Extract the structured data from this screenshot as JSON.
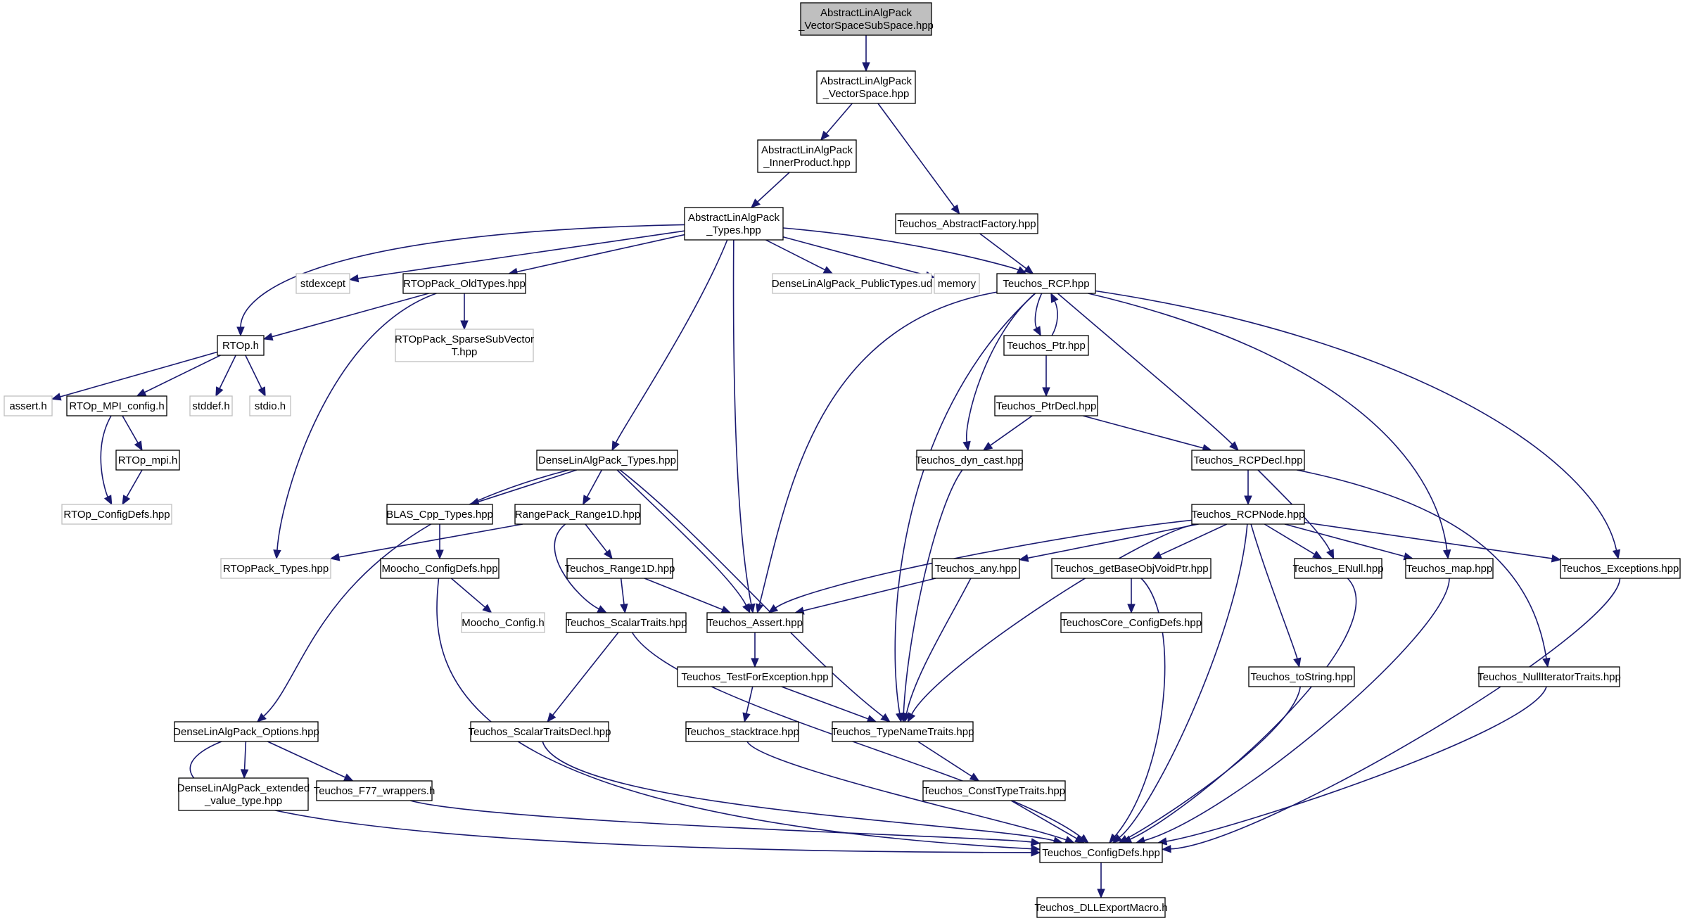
{
  "colors": {
    "edge": "#191970",
    "node_border": "#000000",
    "external_border": "#bfbfbf",
    "root_fill": "#bfbfbf",
    "fill": "#ffffff"
  },
  "nodes": [
    {
      "id": "root",
      "lines": [
        "AbstractLinAlgPack",
        "_VectorSpaceSubSpace.hpp"
      ],
      "kind": "root"
    },
    {
      "id": "vs",
      "lines": [
        "AbstractLinAlgPack",
        "_VectorSpace.hpp"
      ],
      "kind": "normal"
    },
    {
      "id": "ip",
      "lines": [
        "AbstractLinAlgPack",
        "_InnerProduct.hpp"
      ],
      "kind": "normal"
    },
    {
      "id": "types",
      "lines": [
        "AbstractLinAlgPack",
        "_Types.hpp"
      ],
      "kind": "normal"
    },
    {
      "id": "absfac",
      "lines": [
        "Teuchos_AbstractFactory.hpp"
      ],
      "kind": "normal"
    },
    {
      "id": "stdexcept",
      "lines": [
        "stdexcept"
      ],
      "kind": "external"
    },
    {
      "id": "oldtypes",
      "lines": [
        "RTOpPack_OldTypes.hpp"
      ],
      "kind": "normal"
    },
    {
      "id": "publictypes",
      "lines": [
        "DenseLinAlgPack_PublicTypes.ud"
      ],
      "kind": "external"
    },
    {
      "id": "memory",
      "lines": [
        "memory"
      ],
      "kind": "external"
    },
    {
      "id": "rcp",
      "lines": [
        "Teuchos_RCP.hpp"
      ],
      "kind": "normal"
    },
    {
      "id": "rtoph",
      "lines": [
        "RTOp.h"
      ],
      "kind": "normal"
    },
    {
      "id": "sparsesub",
      "lines": [
        "RTOpPack_SparseSubVector",
        "T.hpp"
      ],
      "kind": "external"
    },
    {
      "id": "ptr",
      "lines": [
        "Teuchos_Ptr.hpp"
      ],
      "kind": "normal"
    },
    {
      "id": "asserth",
      "lines": [
        "assert.h"
      ],
      "kind": "external"
    },
    {
      "id": "mpiconfig",
      "lines": [
        "RTOp_MPI_config.h"
      ],
      "kind": "normal"
    },
    {
      "id": "stddef",
      "lines": [
        "stddef.h"
      ],
      "kind": "external"
    },
    {
      "id": "stdio",
      "lines": [
        "stdio.h"
      ],
      "kind": "external"
    },
    {
      "id": "ptrdecl",
      "lines": [
        "Teuchos_PtrDecl.hpp"
      ],
      "kind": "normal"
    },
    {
      "id": "rtopmpi",
      "lines": [
        "RTOp_mpi.h"
      ],
      "kind": "normal"
    },
    {
      "id": "dlatypes",
      "lines": [
        "DenseLinAlgPack_Types.hpp"
      ],
      "kind": "normal"
    },
    {
      "id": "dyncast",
      "lines": [
        "Teuchos_dyn_cast.hpp"
      ],
      "kind": "normal"
    },
    {
      "id": "rcpdecl",
      "lines": [
        "Teuchos_RCPDecl.hpp"
      ],
      "kind": "normal"
    },
    {
      "id": "rtopconfig",
      "lines": [
        "RTOp_ConfigDefs.hpp"
      ],
      "kind": "external"
    },
    {
      "id": "blas",
      "lines": [
        "BLAS_Cpp_Types.hpp"
      ],
      "kind": "normal"
    },
    {
      "id": "range1d",
      "lines": [
        "RangePack_Range1D.hpp"
      ],
      "kind": "normal"
    },
    {
      "id": "rcpnode",
      "lines": [
        "Teuchos_RCPNode.hpp"
      ],
      "kind": "normal"
    },
    {
      "id": "rtoptypes",
      "lines": [
        "RTOpPack_Types.hpp"
      ],
      "kind": "external"
    },
    {
      "id": "moochocfgdefs",
      "lines": [
        "Moocho_ConfigDefs.hpp"
      ],
      "kind": "normal"
    },
    {
      "id": "trange1d",
      "lines": [
        "Teuchos_Range1D.hpp"
      ],
      "kind": "normal"
    },
    {
      "id": "any",
      "lines": [
        "Teuchos_any.hpp"
      ],
      "kind": "normal"
    },
    {
      "id": "getbase",
      "lines": [
        "Teuchos_getBaseObjVoidPtr.hpp"
      ],
      "kind": "normal"
    },
    {
      "id": "enull",
      "lines": [
        "Teuchos_ENull.hpp"
      ],
      "kind": "normal"
    },
    {
      "id": "map",
      "lines": [
        "Teuchos_map.hpp"
      ],
      "kind": "normal"
    },
    {
      "id": "exceptions",
      "lines": [
        "Teuchos_Exceptions.hpp"
      ],
      "kind": "normal"
    },
    {
      "id": "moochocfg",
      "lines": [
        "Moocho_Config.h"
      ],
      "kind": "external"
    },
    {
      "id": "scalartraits",
      "lines": [
        "Teuchos_ScalarTraits.hpp"
      ],
      "kind": "normal"
    },
    {
      "id": "tassert",
      "lines": [
        "Teuchos_Assert.hpp"
      ],
      "kind": "normal"
    },
    {
      "id": "corecfg",
      "lines": [
        "TeuchosCore_ConfigDefs.hpp"
      ],
      "kind": "normal"
    },
    {
      "id": "testexc",
      "lines": [
        "Teuchos_TestForException.hpp"
      ],
      "kind": "normal"
    },
    {
      "id": "tostring",
      "lines": [
        "Teuchos_toString.hpp"
      ],
      "kind": "normal"
    },
    {
      "id": "nulliter",
      "lines": [
        "Teuchos_NullIteratorTraits.hpp"
      ],
      "kind": "normal"
    },
    {
      "id": "options",
      "lines": [
        "DenseLinAlgPack_Options.hpp"
      ],
      "kind": "normal"
    },
    {
      "id": "scalardecl",
      "lines": [
        "Teuchos_ScalarTraitsDecl.hpp"
      ],
      "kind": "normal"
    },
    {
      "id": "stacktrace",
      "lines": [
        "Teuchos_stacktrace.hpp"
      ],
      "kind": "normal"
    },
    {
      "id": "typename",
      "lines": [
        "Teuchos_TypeNameTraits.hpp"
      ],
      "kind": "normal"
    },
    {
      "id": "extended",
      "lines": [
        "DenseLinAlgPack_extended",
        "_value_type.hpp"
      ],
      "kind": "normal"
    },
    {
      "id": "f77",
      "lines": [
        "Teuchos_F77_wrappers.h"
      ],
      "kind": "normal"
    },
    {
      "id": "consttype",
      "lines": [
        "Teuchos_ConstTypeTraits.hpp"
      ],
      "kind": "normal"
    },
    {
      "id": "cfgdefs",
      "lines": [
        "Teuchos_ConfigDefs.hpp"
      ],
      "kind": "normal"
    },
    {
      "id": "dllexport",
      "lines": [
        "Teuchos_DLLExportMacro.h"
      ],
      "kind": "normal"
    }
  ],
  "edges": [
    [
      "root",
      "vs"
    ],
    [
      "vs",
      "ip"
    ],
    [
      "vs",
      "absfac"
    ],
    [
      "ip",
      "types"
    ],
    [
      "types",
      "stdexcept"
    ],
    [
      "types",
      "rtoph"
    ],
    [
      "types",
      "oldtypes"
    ],
    [
      "types",
      "dlatypes"
    ],
    [
      "types",
      "tassert"
    ],
    [
      "types",
      "publictypes"
    ],
    [
      "types",
      "memory"
    ],
    [
      "types",
      "rcp"
    ],
    [
      "absfac",
      "rcp"
    ],
    [
      "oldtypes",
      "rtoph"
    ],
    [
      "oldtypes",
      "sparsesub"
    ],
    [
      "oldtypes",
      "rtoptypes"
    ],
    [
      "rcp",
      "ptr"
    ],
    [
      "rcp",
      "dyncast"
    ],
    [
      "rcp",
      "rcpdecl"
    ],
    [
      "rcp",
      "tassert"
    ],
    [
      "rcp",
      "typename"
    ],
    [
      "rcp",
      "map"
    ],
    [
      "rcp",
      "exceptions"
    ],
    [
      "ptr",
      "rcp"
    ],
    [
      "ptr",
      "ptrdecl"
    ],
    [
      "rtoph",
      "asserth"
    ],
    [
      "rtoph",
      "mpiconfig"
    ],
    [
      "rtoph",
      "stddef"
    ],
    [
      "rtoph",
      "stdio"
    ],
    [
      "mpiconfig",
      "rtopmpi"
    ],
    [
      "mpiconfig",
      "rtopconfig"
    ],
    [
      "rtopmpi",
      "rtopconfig"
    ],
    [
      "ptrdecl",
      "dyncast"
    ],
    [
      "ptrdecl",
      "rcpdecl"
    ],
    [
      "dyncast",
      "typename"
    ],
    [
      "rcpdecl",
      "rcpnode"
    ],
    [
      "rcpdecl",
      "enull"
    ],
    [
      "rcpdecl",
      "nulliter"
    ],
    [
      "dlatypes",
      "blas"
    ],
    [
      "dlatypes",
      "range1d"
    ],
    [
      "dlatypes",
      "tassert"
    ],
    [
      "dlatypes",
      "typename"
    ],
    [
      "dlatypes",
      "options"
    ],
    [
      "range1d",
      "rtoptypes"
    ],
    [
      "range1d",
      "trange1d"
    ],
    [
      "range1d",
      "scalartraits"
    ],
    [
      "blas",
      "moochocfgdefs"
    ],
    [
      "moochocfgdefs",
      "moochocfg"
    ],
    [
      "moochocfgdefs",
      "cfgdefs"
    ],
    [
      "trange1d",
      "scalartraits"
    ],
    [
      "trange1d",
      "tassert"
    ],
    [
      "rcpnode",
      "tassert"
    ],
    [
      "rcpnode",
      "any"
    ],
    [
      "rcpnode",
      "getbase"
    ],
    [
      "rcpnode",
      "enull"
    ],
    [
      "rcpnode",
      "map"
    ],
    [
      "rcpnode",
      "exceptions"
    ],
    [
      "rcpnode",
      "typename"
    ],
    [
      "rcpnode",
      "tostring"
    ],
    [
      "rcpnode",
      "cfgdefs"
    ],
    [
      "any",
      "tassert"
    ],
    [
      "any",
      "typename"
    ],
    [
      "getbase",
      "corecfg"
    ],
    [
      "getbase",
      "cfgdefs"
    ],
    [
      "enull",
      "cfgdefs"
    ],
    [
      "map",
      "cfgdefs"
    ],
    [
      "exceptions",
      "cfgdefs"
    ],
    [
      "scalartraits",
      "scalardecl"
    ],
    [
      "scalartraits",
      "cfgdefs"
    ],
    [
      "tassert",
      "testexc"
    ],
    [
      "testexc",
      "stacktrace"
    ],
    [
      "testexc",
      "typename"
    ],
    [
      "tostring",
      "cfgdefs"
    ],
    [
      "nulliter",
      "cfgdefs"
    ],
    [
      "options",
      "extended"
    ],
    [
      "options",
      "f77"
    ],
    [
      "options",
      "cfgdefs"
    ],
    [
      "scalardecl",
      "cfgdefs"
    ],
    [
      "stacktrace",
      "cfgdefs"
    ],
    [
      "typename",
      "consttype"
    ],
    [
      "consttype",
      "cfgdefs"
    ],
    [
      "f77",
      "cfgdefs"
    ],
    [
      "cfgdefs",
      "dllexport"
    ]
  ]
}
